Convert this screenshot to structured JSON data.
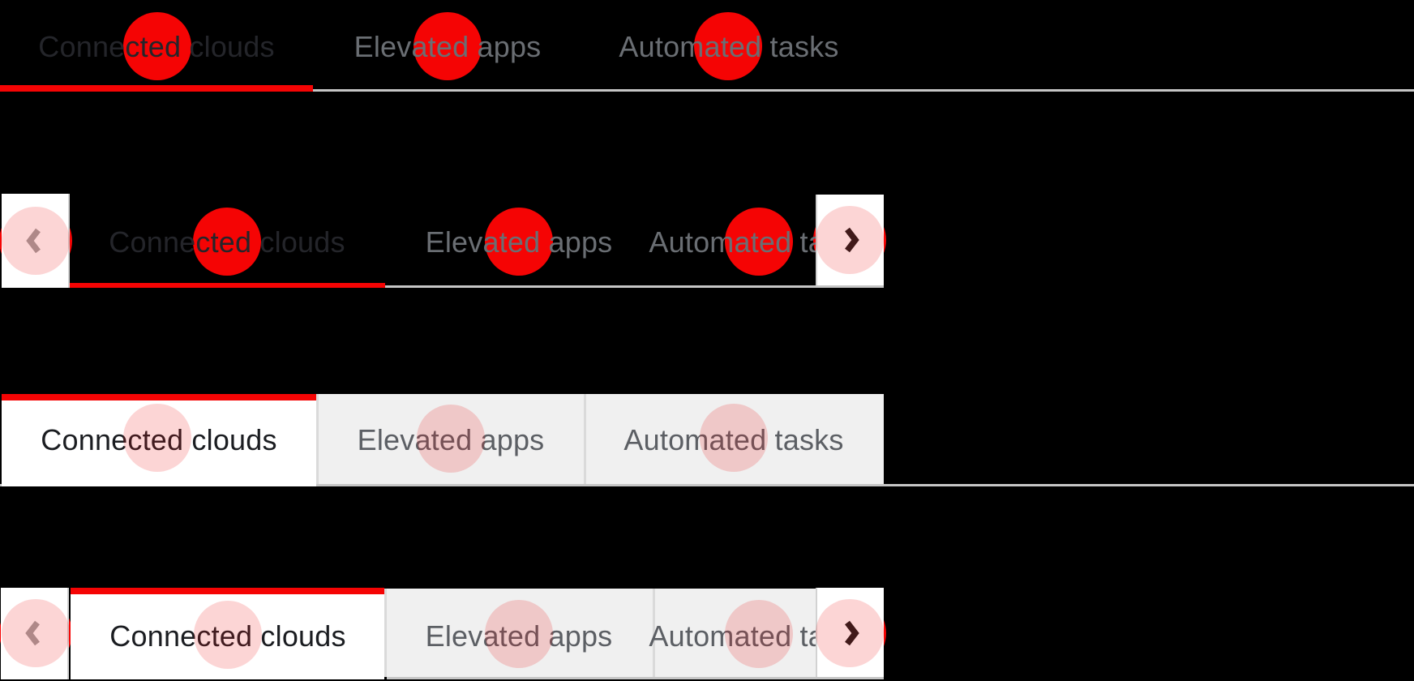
{
  "labels": {
    "connected": "Connected clouds",
    "elevated": "Elevated apps",
    "automated": "Automated tasks"
  },
  "icons": {
    "scroll_left": "chevron-left",
    "scroll_right": "chevron-right"
  },
  "colors": {
    "accent_red": "#f50404",
    "indicator_pink": "#fbd7d7",
    "inactive_tab_bg": "#f0f0f0",
    "border_gray": "#c6c6c6",
    "divider_gray": "#d2d2d2",
    "active_text": "#1b1d21",
    "inactive_text": "#6a6e73",
    "page_background": "#000000",
    "active_tab_bg": "#ffffff"
  }
}
